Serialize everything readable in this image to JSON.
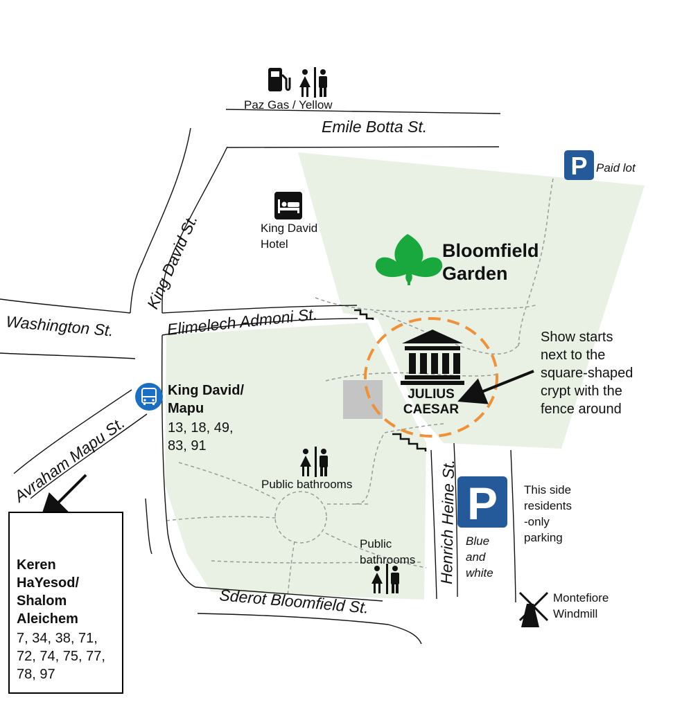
{
  "map": {
    "colors": {
      "park": "#e8f1e4",
      "road": "#111111",
      "path": "#9a9a9a",
      "leaf": "#19a83e",
      "bus": "#1a6fc4",
      "parking": "#245a9a",
      "circle": "#f0913a",
      "crypt": "#c4c4c4"
    },
    "streets": {
      "emile_botta": "Emile Botta St.",
      "king_david": "King David St.",
      "washington": "Washington St.",
      "elimelech_admoni": "Elimelech Admoni St.",
      "avraham_mapu": "Avraham Mapu St.",
      "henrich_heine": "Henrich Heine St.",
      "sderot_bloomfield": "Sderot Bloomfield St."
    },
    "places": {
      "gas_station": "Paz Gas / Yellow",
      "hotel": "King David\nHotel",
      "garden": "Bloomfield\nGarden",
      "theatre": "JULIUS\nCAESAR",
      "bathrooms_1": "Public bathrooms",
      "bathrooms_2": "Public\nbathrooms",
      "windmill": "Montefiore\nWindmill"
    },
    "parking": {
      "paid_lot": "Paid lot",
      "blue_white": "Blue\nand\nwhite",
      "residents_note": "This side\nresidents\n-only\nparking"
    },
    "bus_stops": {
      "king_david_mapu": {
        "name": "King David/\nMapu",
        "lines": "13, 18, 49,\n83, 91"
      },
      "keren_hayesod": {
        "name": "Keren\nHaYesod/\nShalom\nAleichem",
        "lines": "7, 34, 38, 71,\n72, 74, 75, 77,\n78, 97"
      }
    },
    "callout": "Show starts\nnext to the\nsquare-shaped\ncrypt with the\nfence around",
    "icons": [
      "gas-pump-icon",
      "restroom-icon",
      "hotel-bed-icon",
      "leaf-icon",
      "parking-icon",
      "bus-icon",
      "temple-icon",
      "windmill-icon",
      "stairs-icon"
    ]
  }
}
